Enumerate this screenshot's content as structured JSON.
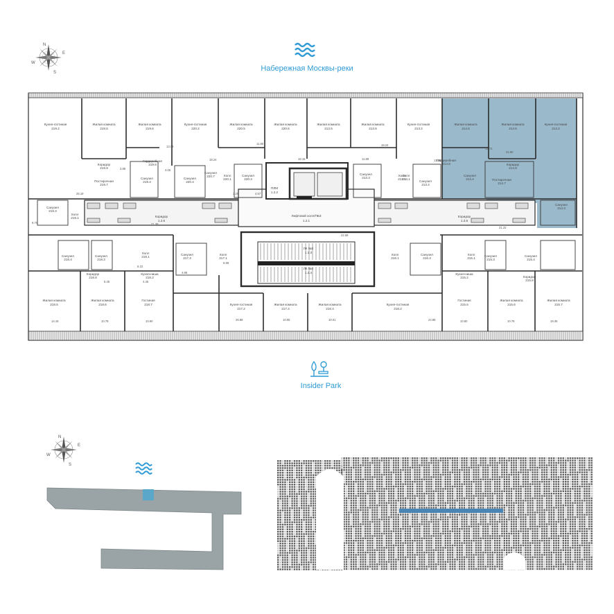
{
  "landmarks": {
    "north": "Набережная Москвы-реки",
    "south": "Insider Park"
  },
  "compass": {
    "n": "N",
    "e": "E",
    "s": "S",
    "w": "W"
  },
  "colors": {
    "accent": "#2f9bd6",
    "selected_unit": "#8fb3c6",
    "wall": "#2b2b2b",
    "minimap_fill": "#9aa3a6",
    "minimap_highlight": "#5aa7c9",
    "facade_strip": "#4a86b5"
  },
  "icons": {
    "river": "water-waves-icon",
    "park": "park-tree-bench-icon",
    "compass": "compass-rose-icon"
  },
  "rooms_top": [
    {
      "name": "Кухня-гостиная",
      "code": "219.2"
    },
    {
      "name": "Жилая комната",
      "code": "219.5"
    },
    {
      "name": "Жилая комната",
      "code": "219.6"
    },
    {
      "name": "Кухня-гостиная",
      "code": "220.2"
    },
    {
      "name": "Жилая комната",
      "code": "220.5"
    },
    {
      "name": "Жилая комната",
      "code": "220.6"
    },
    {
      "name": "Жилая комната",
      "code": "213.5"
    },
    {
      "name": "Жилая комната",
      "code": "213.6"
    },
    {
      "name": "Кухня-гостиная",
      "code": "213.2"
    },
    {
      "name": "Жилая комната",
      "code": "214.5"
    },
    {
      "name": "Жилая комната",
      "code": "214.6"
    },
    {
      "name": "Кухня-гостиная",
      "code": "214.2"
    }
  ],
  "rooms_bottom": [
    {
      "name": "Жилая комната",
      "code": "218.5"
    },
    {
      "name": "Жилая комната",
      "code": "218.6"
    },
    {
      "name": "Гостиная",
      "code": "218.7"
    },
    {
      "name": "Кухня-гостиная",
      "code": "217.2"
    },
    {
      "name": "Жилая комната",
      "code": "217.4"
    },
    {
      "name": "Жилая комната",
      "code": "216.4"
    },
    {
      "name": "Кухня-гостиная",
      "code": "216.2"
    },
    {
      "name": "Гостиная",
      "code": "215.5"
    },
    {
      "name": "Жилая комната",
      "code": "215.6"
    },
    {
      "name": "Жилая комната",
      "code": "215.7"
    }
  ],
  "core": {
    "corridor_left": {
      "name": "Коридор",
      "code": "1.2.5"
    },
    "lobby": {
      "name": "Лифтовой холл/ПБЗ",
      "code": "1.2.1"
    },
    "corridor_right": {
      "name": "Коридор",
      "code": "1.2.6"
    },
    "stair1": {
      "name": "ЛК №3",
      "code": "1.2.3"
    },
    "stair2": {
      "name": "ЛК №4",
      "code": "1.2.4"
    },
    "llu": {
      "name": "ПЛМ",
      "code": "1.2.2"
    }
  },
  "small_rooms": [
    {
      "name": "Коридор",
      "code": "219.9"
    },
    {
      "name": "Гардеробная",
      "code": "219.8"
    },
    {
      "name": "Постирочная",
      "code": "219.7"
    },
    {
      "name": "Санузел",
      "code": "219.4"
    },
    {
      "name": "Санузел",
      "code": "220.4"
    },
    {
      "name": "Санузел",
      "code": "220.7"
    },
    {
      "name": "Холл",
      "code": "220.1"
    },
    {
      "name": "Санузел",
      "code": "220.3"
    },
    {
      "name": "Санузел",
      "code": "213.3"
    },
    {
      "name": "Холл",
      "code": "213.1"
    },
    {
      "name": "Санузел",
      "code": "213.4"
    },
    {
      "name": "Гардеробная",
      "code": "214.8"
    },
    {
      "name": "Коридор",
      "code": "214.9"
    },
    {
      "name": "Постирочная",
      "code": "214.7"
    },
    {
      "name": "Санузел",
      "code": "214.4"
    },
    {
      "name": "Холл",
      "code": "214.1"
    },
    {
      "name": "Санузел",
      "code": "214.3"
    },
    {
      "name": "Санузел",
      "code": "219.3"
    },
    {
      "name": "Холл",
      "code": "219.1"
    },
    {
      "name": "Холл",
      "code": "218.1"
    },
    {
      "name": "Санузел",
      "code": "217.3"
    },
    {
      "name": "Холл",
      "code": "217.1"
    },
    {
      "name": "Холл",
      "code": "216.1"
    },
    {
      "name": "Санузел",
      "code": "216.3"
    },
    {
      "name": "Холл",
      "code": "215.1"
    },
    {
      "name": "Санузел",
      "code": "215.3"
    },
    {
      "name": "Санузел",
      "code": "215.4"
    },
    {
      "name": "Кухня-ниша",
      "code": "218.2"
    },
    {
      "name": "Кухня-ниша",
      "code": "215.2"
    },
    {
      "name": "Коридор",
      "code": "218.8"
    },
    {
      "name": "Коридор",
      "code": "215.8"
    },
    {
      "name": "Санузел",
      "code": "218.3"
    },
    {
      "name": "Санузел",
      "code": "218.4"
    }
  ],
  "areas": [
    "13.08",
    "3.98",
    "3.05",
    "18.24",
    "11.80",
    "18.15",
    "11.89",
    "18.24",
    "13.08",
    "14.72",
    "22.80",
    "3.25",
    "4.57",
    "25.19",
    "9.79",
    "21.38",
    "22.69",
    "21.22",
    "14.15",
    "10.78",
    "10.60",
    "26.88",
    "10.05",
    "10.01",
    "24.88",
    "10.60",
    "10.76",
    "19.35",
    "5.45",
    "4.45",
    "6.22",
    "4.88",
    "6.99"
  ]
}
